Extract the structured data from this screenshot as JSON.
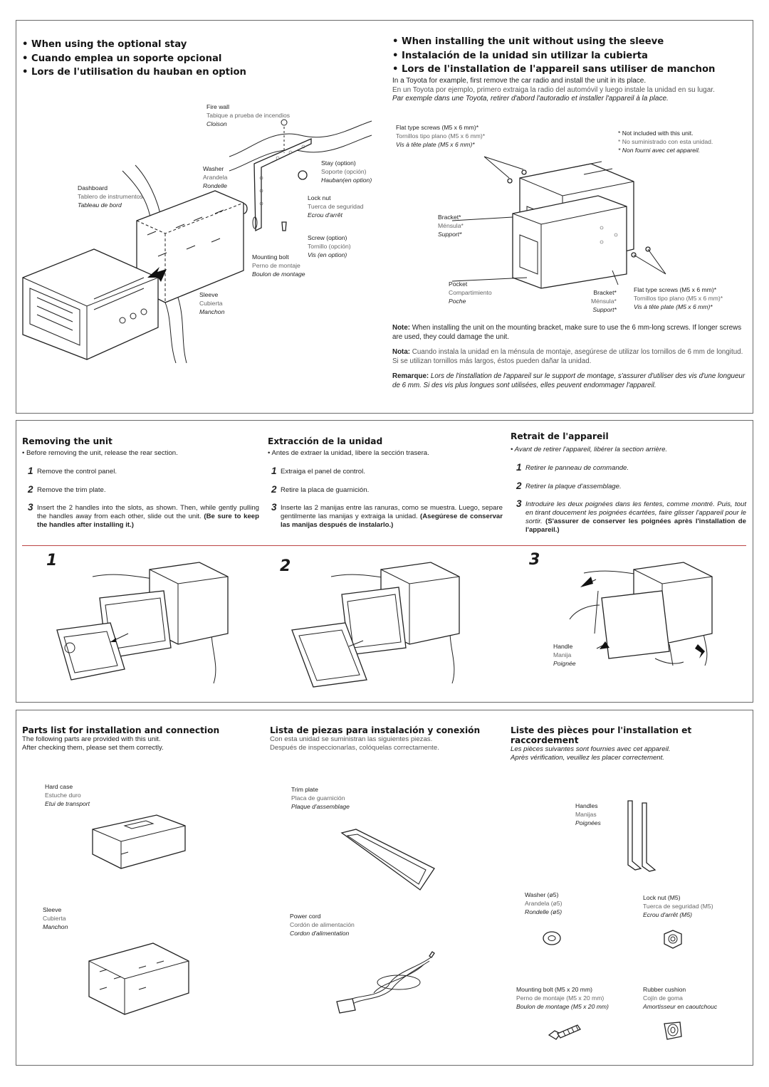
{
  "top_left": {
    "headings": [
      "When using the optional stay",
      "Cuando emplea un soporte opcional",
      "Lors de l'utilisation du hauban en option"
    ],
    "labels": {
      "firewall": [
        "Fire wall",
        "Tabique a prueba de incendios",
        "Cloison"
      ],
      "stay": [
        "Stay (option)",
        "Soporte (opción)",
        "Hauban(en option)"
      ],
      "washer": [
        "Washer",
        "Arandela",
        "Rondelle"
      ],
      "dashboard": [
        "Dashboard",
        "Tablero de instrumentos",
        "Tableau de bord"
      ],
      "locknut": [
        "Lock nut",
        "Tuerca de seguridad",
        "Ecrou d'arrêt"
      ],
      "screw": [
        "Screw (option)",
        "Tornillo (opción)",
        "Vis (en option)"
      ],
      "mountingbolt": [
        "Mounting bolt",
        "Perno de montaje",
        "Boulon de montage"
      ],
      "sleeve": [
        "Sleeve",
        "Cubierta",
        "Manchon"
      ]
    }
  },
  "top_right": {
    "headings": [
      "When installing the unit without using the sleeve",
      "Instalación de la unidad sin utilizar la cubierta",
      "Lors de l'installation de l'appareil sans utiliser de manchon"
    ],
    "intro_en": "In a Toyota for example, first remove the car radio and install the unit in its place.",
    "intro_es": "En un Toyota por ejemplo, primero extraiga la radio del automóvil y luego instale la unidad en su lugar.",
    "intro_fr": "Par exemple dans une Toyota, retirer d'abord l'autoradio et installer l'appareil à la place.",
    "labels": {
      "flatscrews1": [
        "Flat type screws (M5 x 6 mm)*",
        "Tornillos tipo plano (M5 x 6 mm)*",
        "Vis à tête plate (M5 x 6 mm)*"
      ],
      "notincluded": [
        "* Not included with this unit.",
        "* No suministrado con esta unidad.",
        "* Non fourni avec cet appareil."
      ],
      "bracket1": [
        "Bracket*",
        "Ménsula*",
        "Support*"
      ],
      "pocket": [
        "Pocket",
        "Compartimiento",
        "Poche"
      ],
      "bracket2": [
        "Bracket*",
        "Ménsula*",
        "Support*"
      ],
      "flatscrews2": [
        "Flat type screws (M5 x 6 mm)*",
        "Tornillos tipo plano (M5 x 6 mm)*",
        "Vis à tête plate (M5 x 6 mm)*"
      ]
    },
    "note_label": "Note:",
    "note": "When installing the unit on the mounting bracket, make sure to use the 6 mm-long screws. If longer screws are used, they could damage the unit.",
    "nota_label": "Nota:",
    "nota": "Cuando instala la unidad en la ménsula de montaje, asegúrese de utilizar los tornillos de 6 mm de longitud. Si se utilizan tornillos más largos, éstos pueden dañar la unidad.",
    "remarque_label": "Remarque:",
    "remarque": "Lors de l'installation de l'appareil sur le support de montage, s'assurer d'utiliser des vis d'une longueur de 6 mm. Si des vis plus longues sont utilisées, elles peuvent endommager l'appareil."
  },
  "removing": {
    "en": {
      "title": "Removing the unit",
      "pre": "•  Before removing the unit, release the rear section.",
      "s1": "Remove the control panel.",
      "s2": "Remove the trim plate.",
      "s3": "Insert the 2 handles into the slots, as shown. Then, while gently pulling the handles away from each other, slide out the unit.",
      "s3b": "(Be sure to keep the handles after installing it.)"
    },
    "es": {
      "title": "Extracción de la unidad",
      "pre": "•  Antes de extraer la unidad, libere la sección trasera.",
      "s1": "Extraiga el panel de control.",
      "s2": "Retire la placa de guarnición.",
      "s3": "Inserte las 2 manijas entre las ranuras, como se muestra. Luego, separe gentilmente las manijas y extraiga la unidad.",
      "s3b": "(Asegúrese de conservar las manijas después de instalarlo.)"
    },
    "fr": {
      "title": "Retrait de l'appareil",
      "pre": "•  Avant de retirer l'appareil, libérer la section arrière.",
      "s1": "Retirer le panneau de commande.",
      "s2": "Retirer la plaque d'assemblage.",
      "s3": "Introduire les deux poignées dans les fentes, comme montré. Puis, tout en tirant doucement les poignées écartées, faire glisser l'appareil pour le sortir.",
      "s3b": "(S'assurer de conserver les poignées après l'installation de l'appareil.)"
    },
    "step_numbers": [
      "1",
      "2",
      "3"
    ],
    "handle_label": [
      "Handle",
      "Manija",
      "Poignée"
    ]
  },
  "parts": {
    "en": {
      "title": "Parts list for installation and connection",
      "l1": "The following parts are provided with this unit.",
      "l2": "After checking them, please set them correctly."
    },
    "es": {
      "title": "Lista de piezas para instalación y conexión",
      "l1": "Con esta unidad se suministran las siguientes piezas.",
      "l2": "Después de inspeccionarlas, colóquelas correctamente."
    },
    "fr": {
      "title1": "Liste des pièces pour l'installation et",
      "title2": "raccordement",
      "l1": "Les pièces suivantes sont fournies avec cet appareil.",
      "l2": "Après vérification, veuillez les placer correctement."
    },
    "items": {
      "hardcase": [
        "Hard case",
        "Estuche duro",
        "Etui de transport"
      ],
      "trimplate": [
        "Trim plate",
        "Placa de guarnición",
        "Plaque d'assemblage"
      ],
      "handles": [
        "Handles",
        "Manijas",
        "Poignées"
      ],
      "sleeve": [
        "Sleeve",
        "Cubierta",
        "Manchon"
      ],
      "powercord": [
        "Power cord",
        "Cordón de alimentación",
        "Cordon d'alimentation"
      ],
      "washer": [
        "Washer (ø5)",
        "Arandela (ø5)",
        "Rondelle (ø5)"
      ],
      "locknut": [
        "Lock nut (M5)",
        "Tuerca de seguridad (M5)",
        "Ecrou d'arrêt (M5)"
      ],
      "mountingbolt": [
        "Mounting bolt (M5 x 20 mm)",
        "Perno de montaje (M5 x 20 mm)",
        "Boulon de montage (M5 x 20 mm)"
      ],
      "cushion": [
        "Rubber cushion",
        "Cojín de goma",
        "Amortisseur en caoutchouc"
      ]
    }
  }
}
